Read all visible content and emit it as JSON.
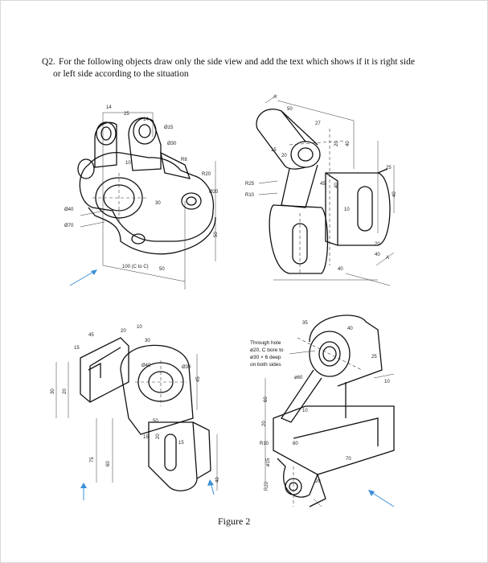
{
  "question": {
    "number": "Q2.",
    "line1": "For the following objects draw only the side view and add the text which shows if it is right side",
    "line2": "or left side according to the situation"
  },
  "caption": "Figure 2",
  "figure1": {
    "dims": [
      "14",
      "25",
      "14",
      "Ø15",
      "Ø30",
      "10",
      "R8",
      "R20",
      "Ø20",
      "Ø40",
      "Ø70",
      "100 (C to C)",
      "50",
      "50",
      "30"
    ]
  },
  "figure2": {
    "dims": [
      "50",
      "15",
      "20",
      "27",
      "20",
      "40",
      "45",
      "40",
      "25",
      "40",
      "10",
      "20",
      "40",
      "40",
      "R25",
      "R10",
      "A",
      "A"
    ]
  },
  "figure3": {
    "dims": [
      "45",
      "15",
      "20",
      "10",
      "30",
      "Ø40",
      "Ø30",
      "50",
      "15",
      "20",
      "15",
      "75",
      "45",
      "60",
      "30",
      "20",
      "40"
    ]
  },
  "figure4": {
    "note": [
      "Through hole",
      "ø20, C bore to",
      "ø30 × 6 deep",
      "on both sides"
    ],
    "dims": [
      "35",
      "40",
      "25",
      "ø60",
      "10",
      "20",
      "R10",
      "60",
      "60",
      "10",
      "70",
      "20",
      "ø15",
      "R20"
    ]
  }
}
